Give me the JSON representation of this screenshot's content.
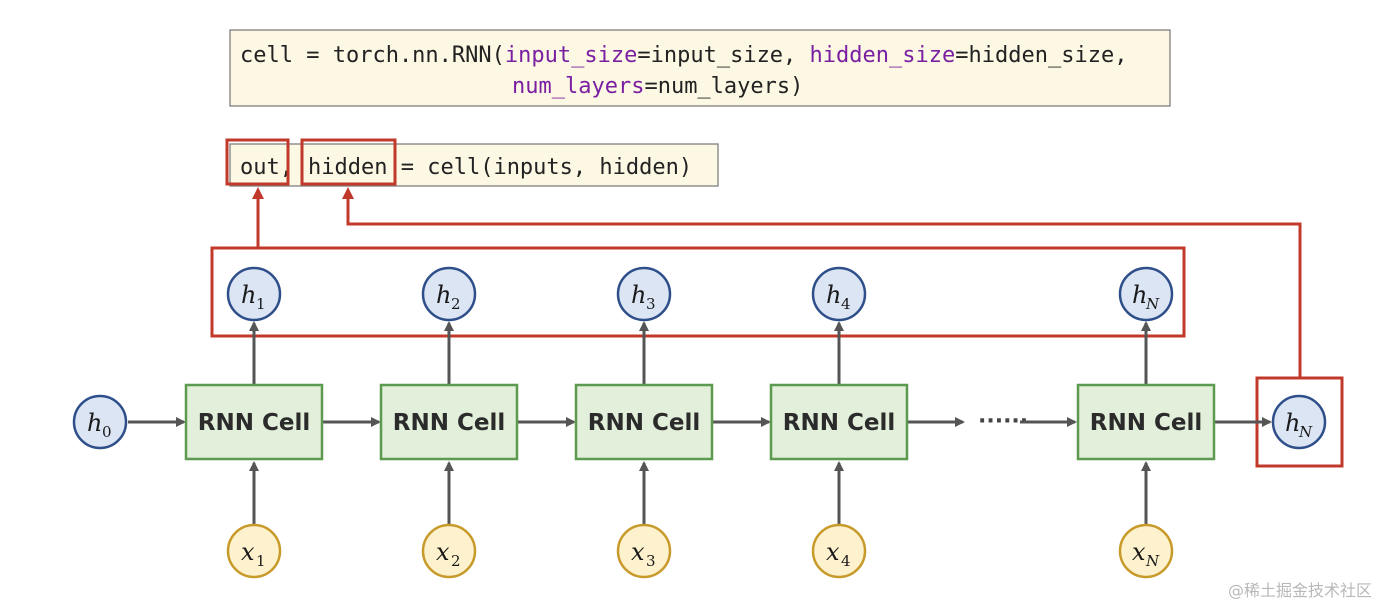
{
  "code_top": {
    "line1_start": "cell = torch.nn.RNN(",
    "line1_kw1": "input_size",
    "line1_mid": "=input_size, ",
    "line1_kw2": "hidden_size",
    "line1_end": "=hidden_size,",
    "line2_kw": "num_layers",
    "line2_end": "=num_layers)"
  },
  "code_call": {
    "out": "out",
    "comma": ",",
    "hidden": "hidden",
    "rest": " = cell(inputs, hidden)"
  },
  "cell_label": "RNN Cell",
  "initial_hidden": {
    "base": "h",
    "sub": "0"
  },
  "final_hidden": {
    "base": "h",
    "sub": "N"
  },
  "cells": [
    {
      "label": "RNN Cell",
      "h_base": "h",
      "h_sub": "1",
      "x_base": "x",
      "x_sub": "1"
    },
    {
      "label": "RNN Cell",
      "h_base": "h",
      "h_sub": "2",
      "x_base": "x",
      "x_sub": "2"
    },
    {
      "label": "RNN Cell",
      "h_base": "h",
      "h_sub": "3",
      "x_base": "x",
      "x_sub": "3"
    },
    {
      "label": "RNN Cell",
      "h_base": "h",
      "h_sub": "4",
      "x_base": "x",
      "x_sub": "4"
    },
    {
      "label": "RNN Cell",
      "h_base": "h",
      "h_sub": "N",
      "x_base": "x",
      "x_sub": "N"
    }
  ],
  "ellipsis": "······",
  "watermark": "@稀土掘金技术社区",
  "colors": {
    "highlight": "#c0392b",
    "cell_fill": "#e2efda",
    "cell_border": "#5b9a4f",
    "hidden_fill": "#dbe5f4",
    "hidden_border": "#2f4f8a",
    "input_fill": "#fdf2cd",
    "input_border": "#c79a2a",
    "code_bg": "#fcf8e3",
    "keyword": "#7a1fa2"
  }
}
